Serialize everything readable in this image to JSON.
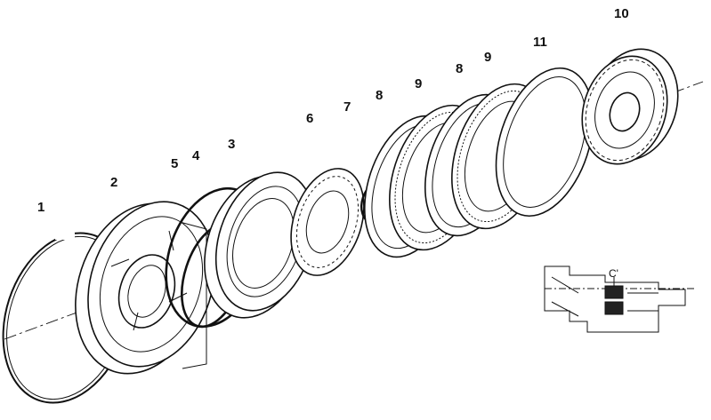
{
  "labels": {
    "part_1": "1",
    "part_2": "2",
    "part_3": "3",
    "part_4": "4",
    "part_5": "5",
    "part_6": "6",
    "part_7": "7",
    "part_8a": "8",
    "part_8b": "8",
    "part_9a": "9",
    "part_9b": "9",
    "part_10": "10",
    "part_11": "11"
  },
  "inset": {
    "label": "C'"
  }
}
